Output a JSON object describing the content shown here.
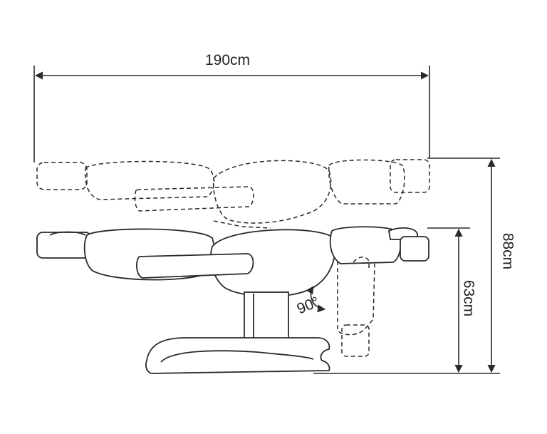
{
  "dimensions": {
    "length": "190cm",
    "max_height": "88cm",
    "min_height": "63cm",
    "leg_rotation": "90°"
  },
  "colors": {
    "line": "#2a2a2a",
    "fill": "#ffffff"
  }
}
